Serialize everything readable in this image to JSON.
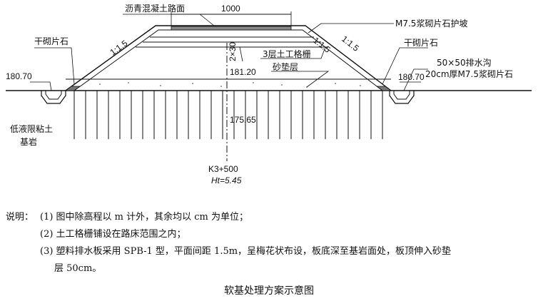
{
  "diagram": {
    "labels": {
      "pavement": "沥青混凝土路面",
      "width": "1000",
      "revetment": "M7.5浆砌片石护坡",
      "dry_stone_left": "干砌片石",
      "dry_stone_right": "干砌片石",
      "slope_left": "1:1.5",
      "slope_right": "1:1.5",
      "slope_inner": "1:1.5",
      "geogrid_spacing": "2×30",
      "geogrid": "3层土工格栅",
      "sand_layer": "砂垫层",
      "elev_top": "181.20",
      "elev_left": "180.70",
      "elev_right": "180.70",
      "elev_mid": "175.65",
      "ditch_size": "50×50排水沟",
      "ditch_lining": "20cm厚M7.5浆砌片石",
      "low_clay": "低液限粘土",
      "bedrock": "基岩",
      "station": "K3+500",
      "height": "Ht=5.45"
    }
  },
  "notes": {
    "prefix": "说明：",
    "items": [
      "(1)  图中除高程以 m 计外，其余均以 cm 为单位；",
      "(2)  土工格栅铺设在路床范围之内；",
      "(3)  塑料排水板采用 SPB-1 型，平面间距 1.5m，呈梅花状布设，板底深至基岩面处，板顶伸入砂垫"
    ],
    "continuation": "层 50cm。"
  },
  "caption": "软基处理方案示意图"
}
